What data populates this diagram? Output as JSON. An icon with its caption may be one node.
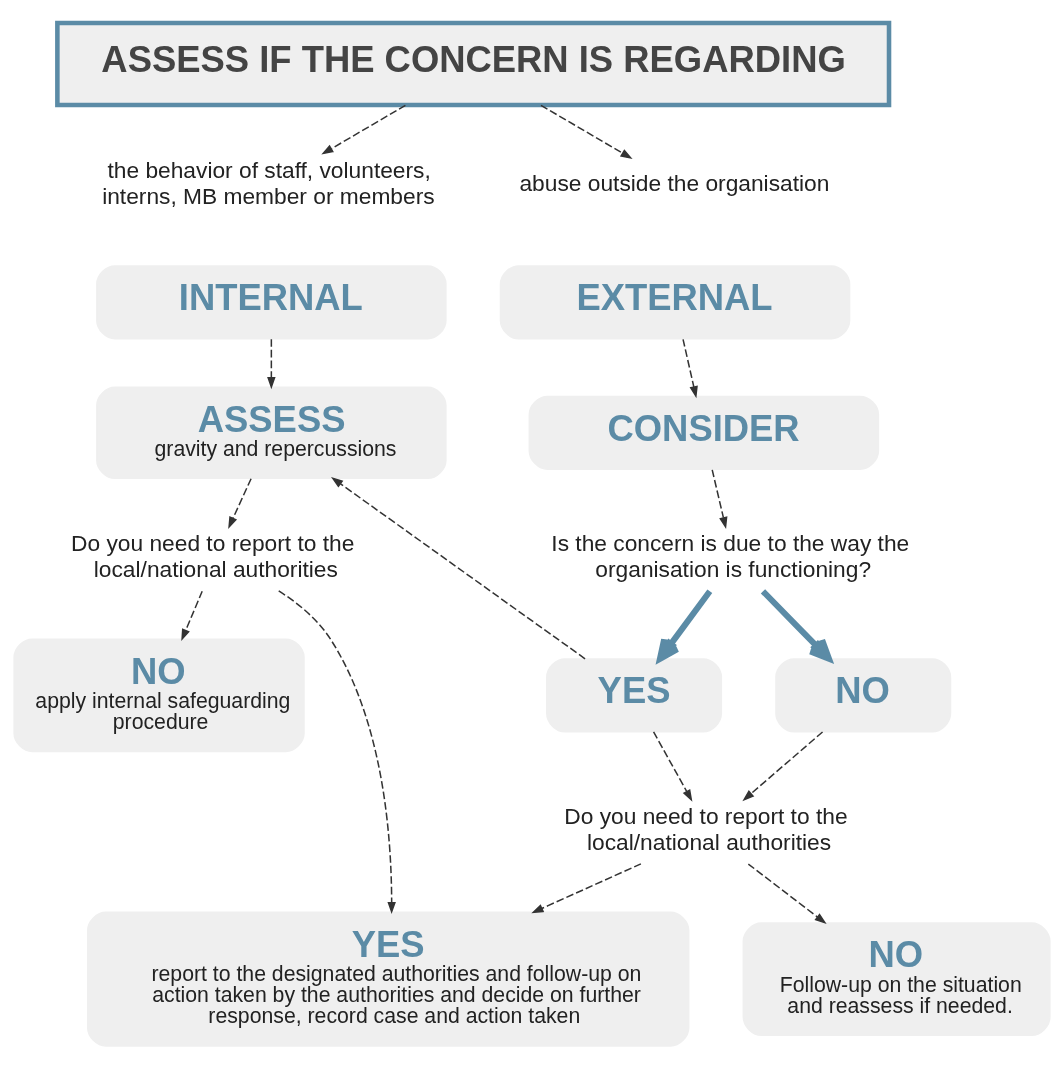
{
  "diagram": {
    "nodes": [
      {
        "text": [
          "ASSESS IF THE CONCERN IS REGARDING"
        ]
      },
      {
        "text": [
          "the behavior of staff, volunteers, interns, MB member or members"
        ]
      },
      {
        "text": [
          "abuse outside the organisation"
        ]
      },
      {
        "text": [
          "INTERNAL"
        ]
      },
      {
        "text": [
          "EXTERNAL"
        ]
      },
      {
        "text": [
          "ASSESS",
          "gravity and repercussions"
        ]
      },
      {
        "text": [
          "CONSIDER"
        ]
      },
      {
        "text": [
          "Do you need to report to the local/national authorities"
        ]
      },
      {
        "text": [
          "Is the concern is due to the way the organisation is functioning?"
        ]
      },
      {
        "text": [
          "NO",
          "apply internal safeguarding procedure"
        ]
      },
      {
        "text": [
          "YES"
        ]
      },
      {
        "text": [
          "NO"
        ]
      },
      {
        "text": [
          "Do you need to report to the local/national authorities"
        ]
      },
      {
        "text": [
          "YES",
          "report to the designated authorities and follow-up on action taken by the authorities and decide on further response, record case and action taken"
        ]
      },
      {
        "text": [
          "NO",
          "Follow-up on the situation and reassess if needed."
        ]
      }
    ],
    "edges": [
      {
        "from": 0,
        "to": 1,
        "arrow": "to",
        "style": "dashed"
      },
      {
        "from": 0,
        "to": 2,
        "arrow": "to",
        "style": "dashed"
      },
      {
        "from": 3,
        "to": 5,
        "arrow": "to",
        "style": "dashed"
      },
      {
        "from": 4,
        "to": 6,
        "arrow": "to",
        "style": "dashed"
      },
      {
        "from": 5,
        "to": 7,
        "arrow": "to",
        "style": "dashed"
      },
      {
        "from": 6,
        "to": 8,
        "arrow": "to",
        "style": "dashed"
      },
      {
        "from": 8,
        "to": 10,
        "arrow": "to",
        "style": "thick",
        "color": "#5b8ba6"
      },
      {
        "from": 8,
        "to": 11,
        "arrow": "to",
        "style": "thick",
        "color": "#5b8ba6"
      },
      {
        "from": 10,
        "to": 5,
        "arrow": "to",
        "style": "dashed"
      },
      {
        "from": 7,
        "to": 9,
        "arrow": "to",
        "style": "dashed"
      },
      {
        "from": 7,
        "to": 13,
        "arrow": "to",
        "style": "dashed"
      },
      {
        "from": 10,
        "to": 12,
        "arrow": "to",
        "style": "dashed"
      },
      {
        "from": 11,
        "to": 12,
        "arrow": "to",
        "style": "dashed"
      },
      {
        "from": 12,
        "to": 13,
        "arrow": "to",
        "style": "dashed"
      },
      {
        "from": 12,
        "to": 14,
        "arrow": "to",
        "style": "dashed"
      }
    ]
  }
}
